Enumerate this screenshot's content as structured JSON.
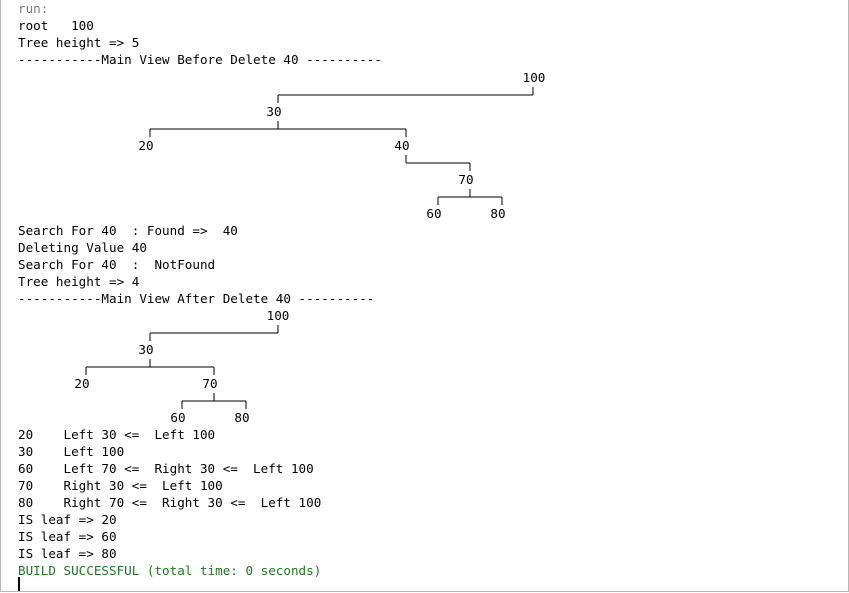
{
  "console": {
    "header": "run:",
    "line_root": "root   100",
    "height_before": "Tree height => 5",
    "before_title": "-----------Main View Before Delete 40 ----------",
    "search_found": "Search For 40  : Found =>  40",
    "deleting": "Deleting Value 40",
    "search_notfound": "Search For 40  :  NotFound",
    "height_after": "Tree height => 4",
    "after_title": "-----------Main View After Delete 40 ----------",
    "paths": [
      "20    Left 30 <=  Left 100",
      "30    Left 100",
      "60    Left 70 <=  Right 30 <=  Left 100",
      "70    Right 30 <=  Left 100",
      "80    Right 70 <=  Right 30 <=  Left 100"
    ],
    "leaves": [
      "IS leaf => 20",
      "IS leaf => 60",
      "IS leaf => 80"
    ],
    "build": "BUILD SUCCESSFUL (total time: 0 seconds)",
    "build_color": "#1f7a1f"
  },
  "tree_before": {
    "nodes": [
      "100",
      "30",
      "20",
      "40",
      "70",
      "60",
      "80"
    ]
  },
  "tree_after": {
    "nodes": [
      "100",
      "30",
      "20",
      "70",
      "60",
      "80"
    ]
  }
}
